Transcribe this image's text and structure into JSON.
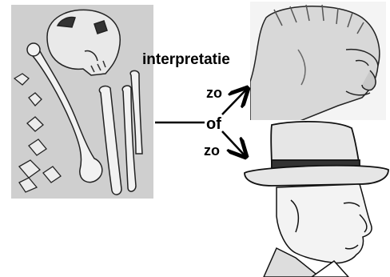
{
  "labels": {
    "interpretation": "interpretatie",
    "option_top": "zo",
    "or": "of",
    "option_bottom": "zo"
  },
  "illustrations": {
    "fossils": "fossil-bones-sketch",
    "ancient_reconstruction": "archaic-human-head-sketch",
    "modern_reconstruction": "man-in-hat-sketch"
  },
  "colors": {
    "ink": "#000000",
    "fossil_background": "#cfcfcf",
    "page_background": "#ffffff"
  }
}
